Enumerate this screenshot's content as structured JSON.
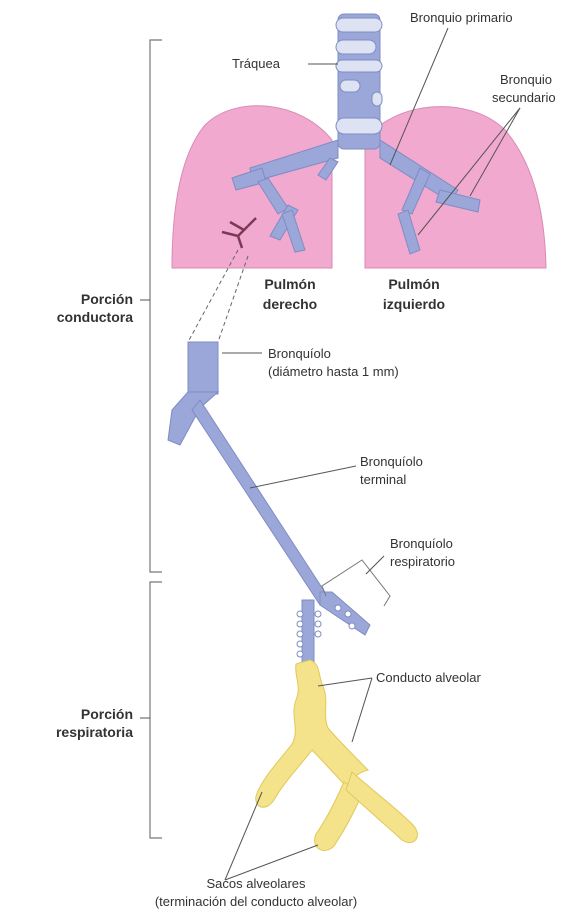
{
  "labels": {
    "traquea": "Tráquea",
    "bronquio_primario": "Bronquio primario",
    "bronquio_secundario_1": "Bronquio",
    "bronquio_secundario_2": "secundario",
    "pulmon_derecho_1": "Pulmón",
    "pulmon_derecho_2": "derecho",
    "pulmon_izquierdo_1": "Pulmón",
    "pulmon_izquierdo_2": "izquierdo",
    "porcion_conductora_1": "Porción",
    "porcion_conductora_2": "conductora",
    "bronquiolo_1": "Bronquíolo",
    "bronquiolo_2": "(diámetro hasta 1 mm)",
    "bronquiolo_terminal_1": "Bronquíolo",
    "bronquiolo_terminal_2": "terminal",
    "bronquiolo_respiratorio_1": "Bronquíolo",
    "bronquiolo_respiratorio_2": "respiratorio",
    "conducto_alveolar": "Conducto alveolar",
    "porcion_respiratoria_1": "Porción",
    "porcion_respiratoria_2": "respiratoria",
    "sacos_alveolares_1": "Sacos alveolares",
    "sacos_alveolares_2": "(terminación del conducto alveolar)"
  },
  "colors": {
    "airway": "#9aa7d8",
    "lung": "#f1a9cf",
    "alveolar_sac": "#f4e38a",
    "bronchiole_detail": "#7a3a55"
  }
}
